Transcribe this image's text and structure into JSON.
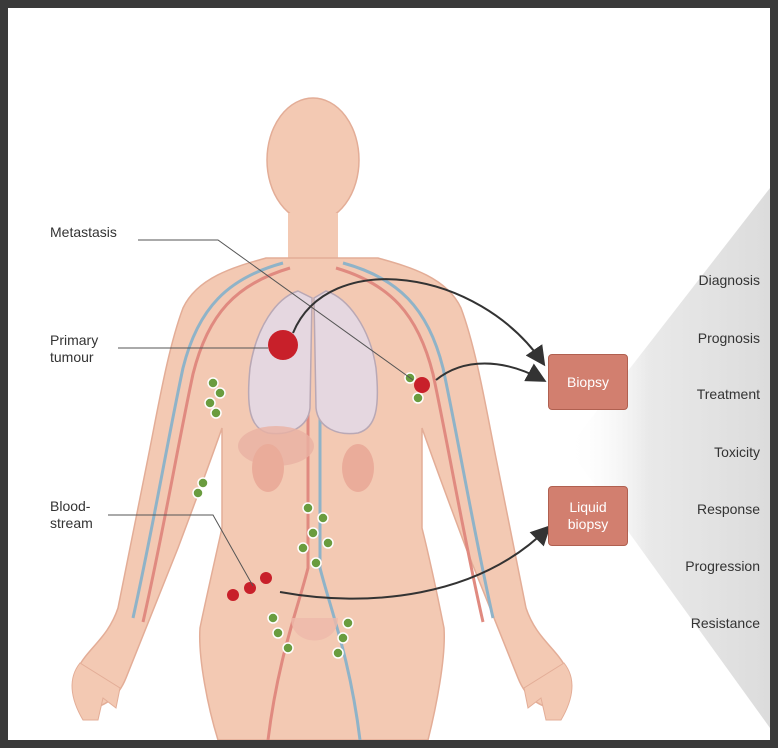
{
  "labels": {
    "metastasis": "Metastasis",
    "primary_tumour": "Primary\ntumour",
    "bloodstream": "Blood-\nstream"
  },
  "boxes": {
    "biopsy": "Biopsy",
    "liquid_biopsy": "Liquid\nbiopsy"
  },
  "outcomes": [
    "Diagnosis",
    "Prognosis",
    "Treatment",
    "Toxicity",
    "Response",
    "Progression",
    "Resistance"
  ],
  "colors": {
    "skin": "#f3c9b3",
    "skin_outline": "#e3ad97",
    "box": "#d27f6f",
    "tumour": "#c8202a",
    "lymph": "#6a9c3f",
    "vessel_blue": "#8fb3c8",
    "vessel_red": "#e08a80"
  }
}
